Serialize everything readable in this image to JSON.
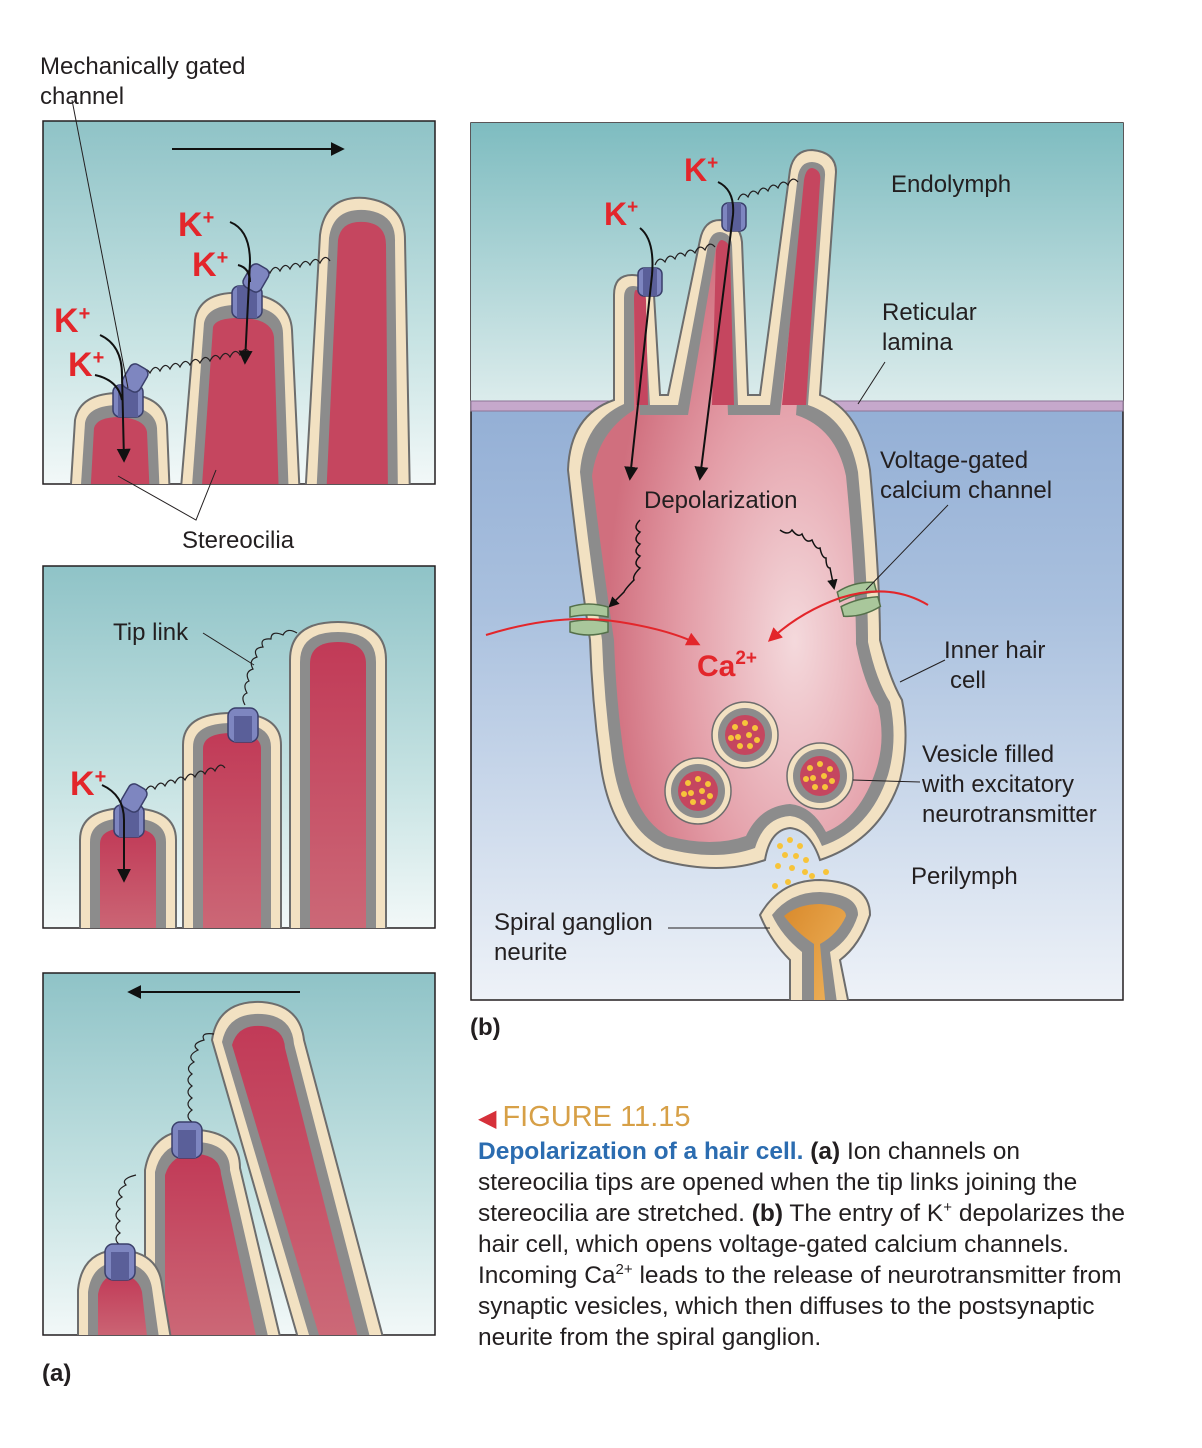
{
  "figure": {
    "number": "FIGURE 11.15",
    "caption_title": "Depolarization of a hair cell.",
    "caption_parts": [
      {
        "t": " "
      },
      {
        "t": "(a)",
        "b": true
      },
      {
        "t": " Ion channels on stereocilia tips are opened when the tip links joining the stereocilia are stretched. "
      },
      {
        "t": "(b)",
        "b": true
      },
      {
        "t": " The entry of K"
      },
      {
        "t": "+",
        "sup": true
      },
      {
        "t": " depolarizes the hair cell, which opens voltage-gated calcium channels. Incoming Ca"
      },
      {
        "t": "2+",
        "sup": true
      },
      {
        "t": " leads to the release of neurotransmitter from synaptic vesicles, which then diffuses to the postsynaptic neurite from the spiral ganglion."
      }
    ]
  },
  "panel_a": {
    "letter": "(a)",
    "label_channel_line1": "Mechanically gated",
    "label_channel_line2": "channel",
    "label_stereocilia": "Stereocilia",
    "label_tip_link": "Tip link",
    "ion": "K",
    "ion_charge": "+"
  },
  "panel_b": {
    "letter": "(b)",
    "label_endolymph": "Endolymph",
    "label_reticular_line1": "Reticular",
    "label_reticular_line2": "lamina",
    "label_voltage_line1": "Voltage-gated",
    "label_voltage_line2": "calcium channel",
    "label_depolarization": "Depolarization",
    "label_inner_line1": "Inner hair",
    "label_inner_line2": "cell",
    "label_vesicle_line1": "Vesicle filled",
    "label_vesicle_line2": "with excitatory",
    "label_vesicle_line3": "neurotransmitter",
    "label_perilymph": "Perilymph",
    "label_spiral_line1": "Spiral ganglion",
    "label_spiral_line2": "neurite",
    "ion_k": "K",
    "ion_k_charge": "+",
    "ion_ca": "Ca",
    "ion_ca_charge": "2+"
  },
  "colors": {
    "endolymph": "#9dc9cc",
    "perilymph": "#7e9fcf",
    "cilium": "#c5465f",
    "membrane_gray": "#8c8c8c",
    "membrane_cream": "#f2e1c2",
    "channel": "#7e86c0",
    "calcium_channel": "#a9c79b",
    "ion_red": "#e3262b",
    "lamina": "#c6a8cc"
  }
}
